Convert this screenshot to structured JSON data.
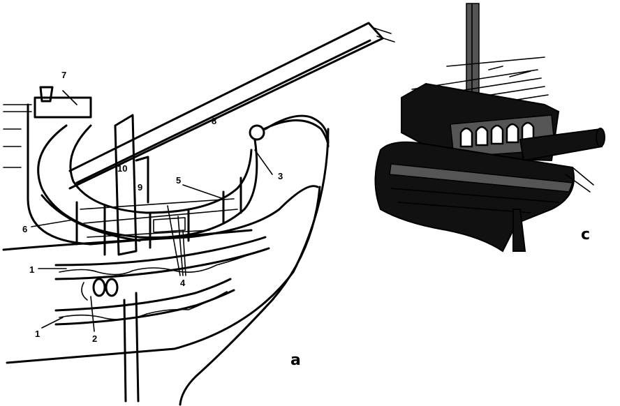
{
  "labels": {
    "l1a": "1",
    "l1b": "1",
    "l2": "2",
    "l3": "3",
    "l4": "4",
    "l5": "5",
    "l6": "6",
    "l7": "7",
    "l8": "8",
    "l9": "9",
    "l10": "10"
  },
  "panels": {
    "a": "a",
    "c": "c"
  }
}
